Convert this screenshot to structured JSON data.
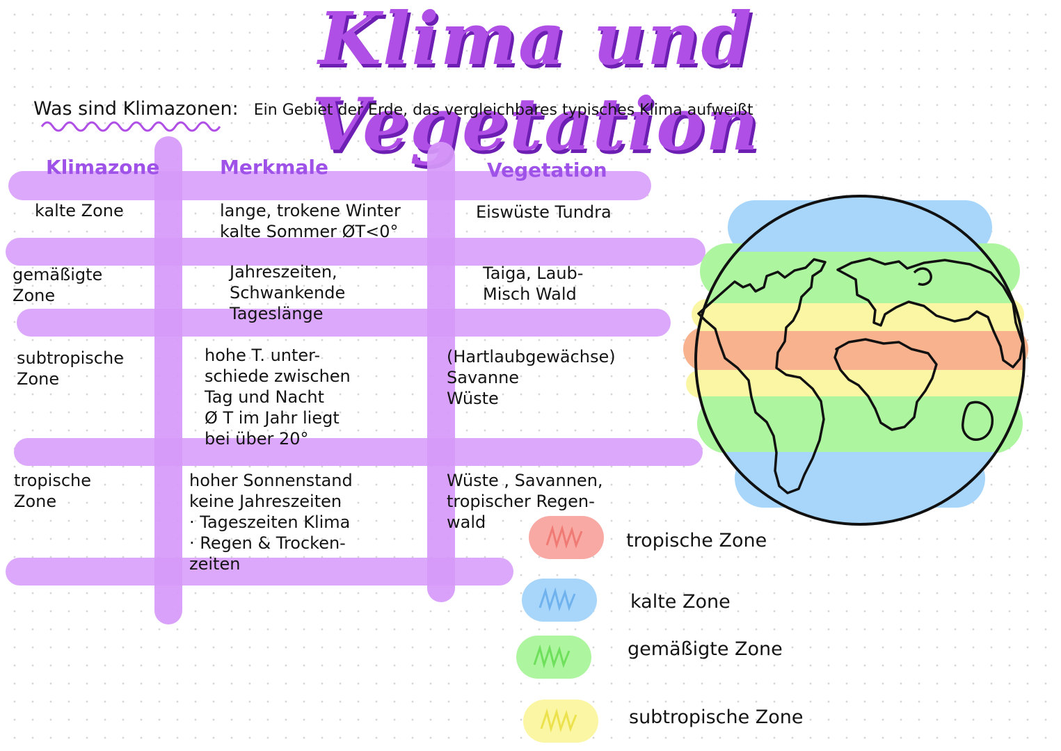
{
  "title": "Klima und Vegetation",
  "subtitle": {
    "question": "Was sind Klimazonen:",
    "definition": "Ein Gebiet der Erde, das vergleichbares typisches Klima aufweißt"
  },
  "table": {
    "headers": [
      "Klimazone",
      "Merkmale",
      "Vegetation"
    ],
    "rows": [
      {
        "zone": "kalte Zone",
        "merkmale": "lange, trokene Winter\nkalte Sommer  ØT<0°",
        "vegetation": "Eiswüste   Tundra"
      },
      {
        "zone": "gemäßigte\nZone",
        "merkmale": "Jahreszeiten,\nSchwankende\nTageslänge",
        "vegetation": "Taiga, Laub-\nMisch Wald"
      },
      {
        "zone": "subtropische\nZone",
        "merkmale": "hohe T. unter-\nschiede zwischen\nTag und Nacht\nØ T im Jahr liegt\nbei über 20°",
        "vegetation": "(Hartlaubgewächse)\nSavanne\nWüste"
      },
      {
        "zone": "tropische\nZone",
        "merkmale": "hoher Sonnenstand\nkeine Jahreszeiten\n· Tageszeiten Klima\n· Regen & Trocken-\nzeiten",
        "vegetation": "Wüste , Savannen,\ntropischer Regen-\nwald"
      }
    ]
  },
  "legend": [
    {
      "label": "tropische Zone",
      "color": "#f9a9a4"
    },
    {
      "label": "kalte Zone",
      "color": "#a8d6fb"
    },
    {
      "label": "gemäßigte Zone",
      "color": "#aef5a0"
    },
    {
      "label": "subtropische Zone",
      "color": "#fbf6a3"
    }
  ],
  "globe": {
    "icon": "globe-climate-zones-icon",
    "colors": {
      "cold": "#a8d6fb",
      "temperate": "#aef5a0",
      "subtropical": "#fbf6a3",
      "tropical": "#f8b38e"
    }
  }
}
